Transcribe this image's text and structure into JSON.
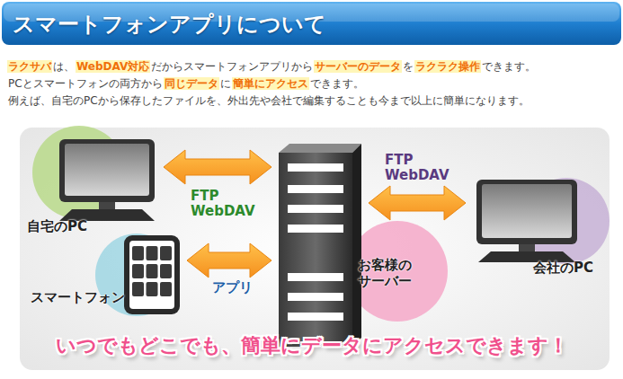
{
  "diagram": {
    "title": "スマートフォンアプリについて",
    "caption": "いつでもどこでも、簡単にデータにアクセスできます！",
    "nodes": [
      {
        "text": [
          "自宅のPC"
        ]
      },
      {
        "text": [
          "スマートフォン"
        ]
      },
      {
        "text": [
          "お客様の サーバー"
        ]
      },
      {
        "text": [
          "会社のPC"
        ]
      }
    ],
    "edges": [
      {
        "from": 0,
        "to": 2,
        "label": "FTP WebDAV",
        "arrow": "both"
      },
      {
        "from": 1,
        "to": 2,
        "label": "アプリ",
        "arrow": "both"
      },
      {
        "from": 2,
        "to": 3,
        "label": "FTP WebDAV",
        "arrow": "both"
      }
    ],
    "labels": [
      "ラクサバ",
      "は、",
      "WebDAV対応",
      "だからスマートフォンアプリから",
      "サーバーのデータ",
      "を",
      "ラクラク操作",
      "できます。",
      "PCとスマートフォンの両方から",
      "同じデータ",
      "に",
      "簡単にアクセス",
      "できます。",
      "例えば、自宅のPCから保存したファイルを、外出先や会社で編集することも今まで以上に簡単になります。"
    ]
  }
}
